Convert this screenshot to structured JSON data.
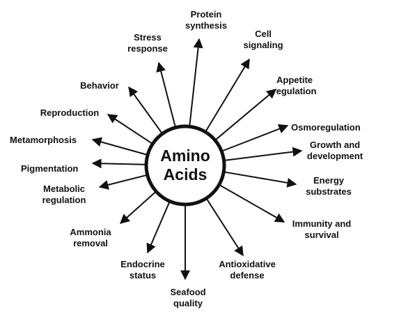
{
  "center": {
    "line1": "Amino",
    "line2": "Acids"
  },
  "functions": [
    {
      "lines": [
        "Protein",
        "synthesis"
      ]
    },
    {
      "lines": [
        "Cell",
        "signaling"
      ]
    },
    {
      "lines": [
        "Appetite",
        "regulation"
      ]
    },
    {
      "lines": [
        "Osmoregulation"
      ]
    },
    {
      "lines": [
        "Growth and",
        "development"
      ]
    },
    {
      "lines": [
        "Energy",
        "substrates"
      ]
    },
    {
      "lines": [
        "Immunity and",
        "survival"
      ]
    },
    {
      "lines": [
        "Antioxidative",
        "defense"
      ]
    },
    {
      "lines": [
        "Seafood",
        "quality"
      ]
    },
    {
      "lines": [
        "Endocrine",
        "status"
      ]
    },
    {
      "lines": [
        "Ammonia",
        "removal"
      ]
    },
    {
      "lines": [
        "Metabolic",
        "regulation"
      ]
    },
    {
      "lines": [
        "Pigmentation"
      ]
    },
    {
      "lines": [
        "Metamorphosis"
      ]
    },
    {
      "lines": [
        "Reproduction"
      ]
    },
    {
      "lines": [
        "Behavior"
      ]
    },
    {
      "lines": [
        "Stress",
        "response"
      ]
    }
  ]
}
